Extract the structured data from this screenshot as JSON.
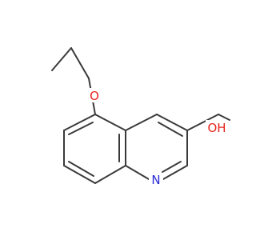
{
  "molecule": {
    "atoms": {
      "oxygen_ether": {
        "label": "O",
        "color": "#e8231c"
      },
      "oxygen_hydroxyl": {
        "label": "OH",
        "color": "#e8231c"
      },
      "nitrogen_ring": {
        "label": "N",
        "color": "#2b2bd6"
      }
    },
    "bond_color": "#3a3a3a"
  }
}
